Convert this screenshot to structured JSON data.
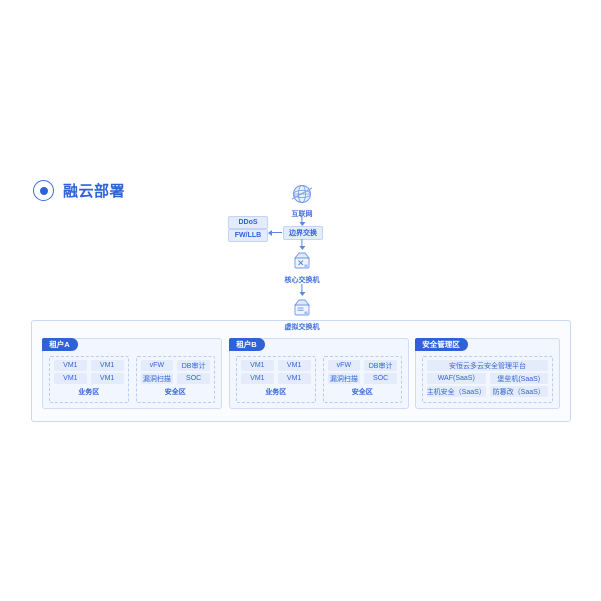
{
  "page": {
    "title": "融云部署",
    "title_icon": "target-radio-icon",
    "accent": "#2f62d8",
    "cell_bg": "#e4ecfb",
    "panel_bg": "#f2f6fe",
    "border": "#cfdcf6"
  },
  "flow": {
    "internet": {
      "label": "互联网",
      "icon": "globe-icon"
    },
    "edge_switch": {
      "label": "边界交换"
    },
    "security_appliances": [
      {
        "label": "DDoS"
      },
      {
        "label": "FW/LLB"
      }
    ],
    "core_switch": {
      "label": "核心交换机",
      "icon": "switch-icon"
    },
    "virtual_switch": {
      "label": "虚拟交换机",
      "icon": "switch-icon"
    }
  },
  "tenants": [
    {
      "name": "租户A",
      "zones": [
        {
          "label": "业务区",
          "rows": [
            [
              "VM1",
              "VM1"
            ],
            [
              "VM1",
              "VM1"
            ]
          ]
        },
        {
          "label": "安全区",
          "rows": [
            [
              "vFW",
              "DB审计"
            ],
            [
              "漏洞扫描",
              "SOC"
            ]
          ]
        }
      ]
    },
    {
      "name": "租户B",
      "zones": [
        {
          "label": "业务区",
          "rows": [
            [
              "VM1",
              "VM1"
            ],
            [
              "VM1",
              "VM1"
            ]
          ]
        },
        {
          "label": "安全区",
          "rows": [
            [
              "vFW",
              "DB审计"
            ],
            [
              "漏洞扫描",
              "SOC"
            ]
          ]
        }
      ]
    }
  ],
  "security_zone": {
    "name": "安全管理区",
    "rows": [
      [
        "安恒云多云安全管理平台"
      ],
      [
        "WAF(SaaS)",
        "堡垒机(SaaS)"
      ],
      [
        "主机安全（SaaS）",
        "防篡改（SaaS）"
      ]
    ]
  }
}
